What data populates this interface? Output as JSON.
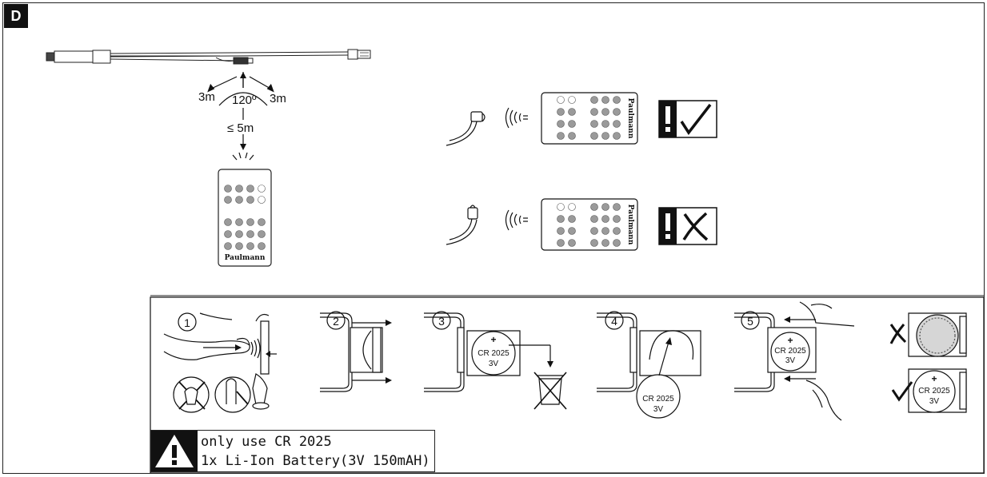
{
  "section": {
    "letter": "D"
  },
  "range_diagram": {
    "distance_left": "3m",
    "distance_right": "3m",
    "angle": "120º",
    "max_range": "≤ 5m"
  },
  "remote": {
    "brand": "Paulmann"
  },
  "alignment_examples": [
    {
      "result": "correct",
      "icon": "checkmark-icon"
    },
    {
      "result": "incorrect",
      "icon": "x-mark-icon"
    }
  ],
  "battery_steps": [
    "1",
    "2",
    "3",
    "4",
    "5"
  ],
  "battery": {
    "type": "CR 2025",
    "voltage": "3V"
  },
  "warning": {
    "line1": "only use CR 2025",
    "line2": "1x Li-Ion Battery(3V 150mAH)"
  },
  "colors": {
    "ink": "#111111",
    "button_gray": "#9a9a9a",
    "background": "#ffffff"
  }
}
